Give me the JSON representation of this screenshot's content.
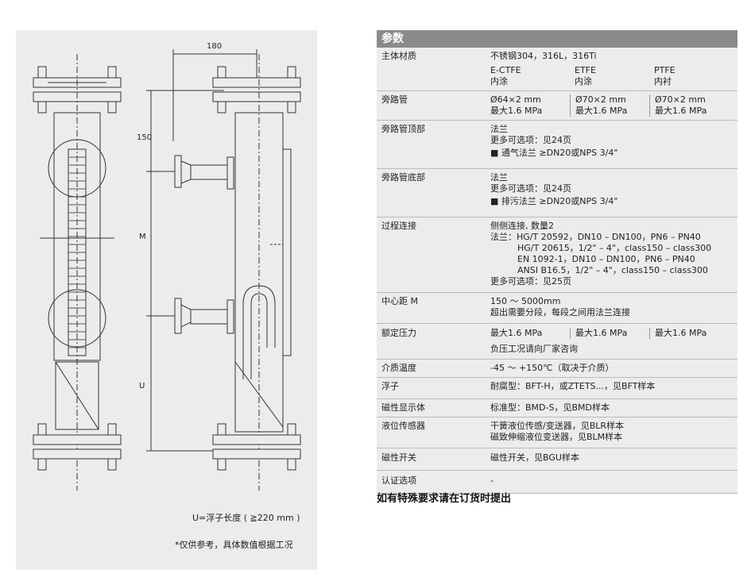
{
  "drawing": {
    "dim_180": "180",
    "dim_150": "150",
    "dim_M": "M",
    "dim_U": "U",
    "caption_u": "U=浮子长度 ( ≧220 mm )",
    "caption_ref": "*仅供参考，具体数值根据工况"
  },
  "spec": {
    "title": "参数",
    "rows": {
      "material_label": "主体材质",
      "material_val": "不锈钢304，316L，316Ti",
      "ectfe_1": "E-CTFE",
      "ectfe_2": "内涂",
      "etfe_1": "ETFE",
      "etfe_2": "内涂",
      "ptfe_1": "PTFE",
      "ptfe_2": "内衬",
      "bypass_label": "旁路管",
      "bypass_c1_1": "Ø64×2 mm",
      "bypass_c1_2": "最大1.6 MPa",
      "bypass_c2_1": "Ø70×2 mm",
      "bypass_c2_2": "最大1.6 MPa",
      "bypass_c3_1": "Ø70×2 mm",
      "bypass_c3_2": "最大1.6 MPa",
      "top_label": "旁路管顶部",
      "top_l1": "法兰",
      "top_l2": "更多可选项：见24页",
      "top_l3": "■ 通气法兰 ≥DN20或NPS 3/4\"",
      "bottom_label": "旁路管底部",
      "bottom_l1": "法兰",
      "bottom_l2": "更多可选项：见24页",
      "bottom_l3": "■ 排污法兰 ≥DN20或NPS 3/4\"",
      "process_label": "过程连接",
      "process_l1": "侧侧连接, 数量2",
      "process_l2": "法兰：HG/T 20592，DN10 – DN100，PN6 – PN40",
      "process_l3": "HG/T 20615，1/2\" – 4\"，class150 – class300",
      "process_l4": "EN 1092-1，DN10 – DN100，PN6 – PN40",
      "process_l5": "ANSI B16.5，1/2\" – 4\"，class150 – class300",
      "process_l6": "更多可选项：见25页",
      "center_label": "中心距 M",
      "center_l1": "150 ～ 5000mm",
      "center_l2": "超出需要分段，每段之间用法兰连接",
      "pressure_label": "额定压力",
      "pressure_c1": "最大1.6 MPa",
      "pressure_c2": "最大1.6 MPa",
      "pressure_c3": "最大1.6 MPa",
      "pressure_note": "负压工况请向厂家咨询",
      "temp_label": "介质温度",
      "temp_val": "-45 ～ +150℃（取决于介质）",
      "float_label": "浮子",
      "float_val": "耐腐型：BFT-H，或ZTETS...，见BFT样本",
      "magnet_label": "磁性显示体",
      "magnet_val": "标准型：BMD-S，见BMD样本",
      "sensor_label": "液位传感器",
      "sensor_l1": "干簧液位传感/变送器，见BLR样本",
      "sensor_l2": "磁致伸缩液位变送器，见BLM样本",
      "switch_label": "磁性开关",
      "switch_val": "磁性开关，见BGU样本",
      "cert_label": "认证选项",
      "cert_val": "-"
    },
    "footer": "如有特殊要求请在订货时提出"
  }
}
